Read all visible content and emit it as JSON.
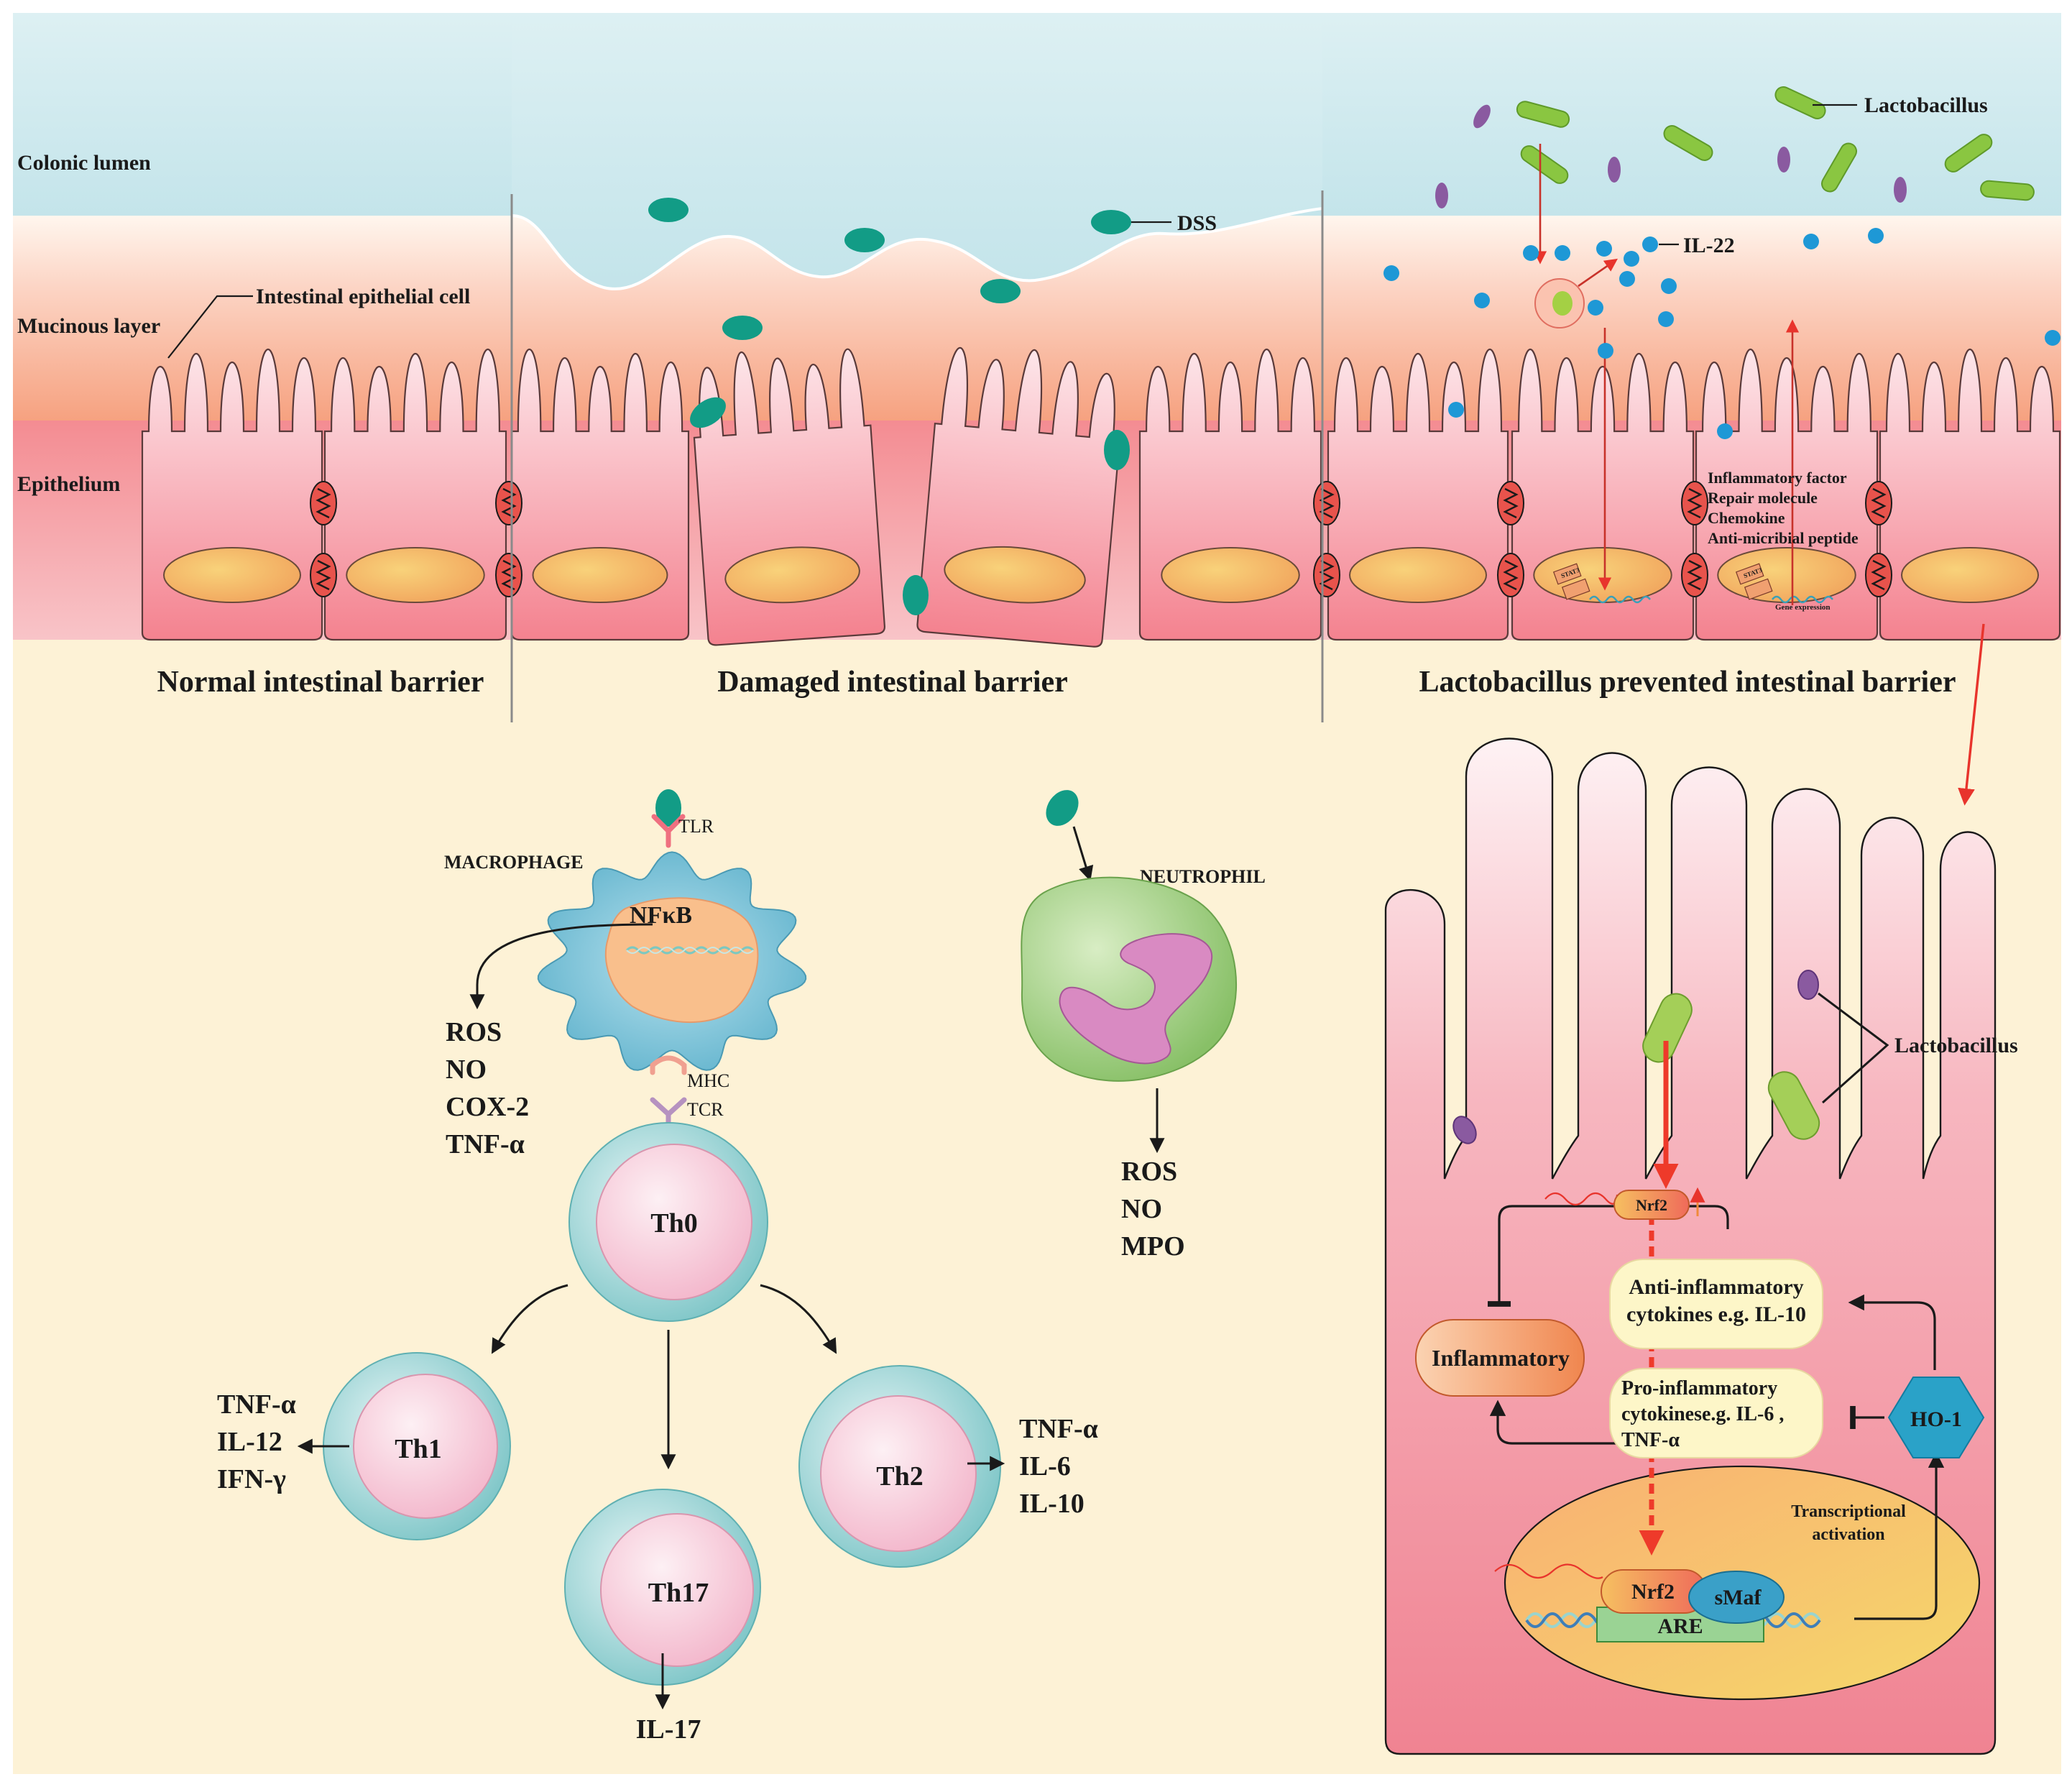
{
  "layers": {
    "lumen": "Colonic lumen",
    "mucus": "Mucinous layer",
    "epithelium": "Epithelium",
    "iec": "Intestinal epithelial cell"
  },
  "panels": {
    "normal": "Normal intestinal barrier",
    "damaged": "Damaged intestinal barrier",
    "prevented": "Lactobacillus prevented intestinal barrier"
  },
  "labels": {
    "dss": "DSS",
    "lactobacillus_top": "Lactobacillus",
    "il22": "IL-22",
    "lactobacillus_zoom": "Lactobacillus"
  },
  "gene_effects": [
    "Inflammatory factor",
    "Repair molecule",
    "Chemokine",
    "Anti-micribial peptide"
  ],
  "nucleus_mini": {
    "stat3": "STAT3",
    "gene_expression": "Gene expression"
  },
  "macrophage": {
    "title": "MACROPHAGE",
    "tlr": "TLR",
    "nfkb": "NFκB",
    "mhc": "MHC",
    "tcr": "TCR",
    "outputs": [
      "ROS",
      "NO",
      "COX-2",
      "TNF-α"
    ]
  },
  "neutrophil": {
    "title": "NEUTROPHIL",
    "outputs": [
      "ROS",
      "NO",
      "MPO"
    ]
  },
  "tcells": {
    "th0": "Th0",
    "th1": {
      "name": "Th1",
      "outputs": [
        "TNF-α",
        "IL-12",
        "IFN-γ"
      ]
    },
    "th2": {
      "name": "Th2",
      "outputs": [
        "TNF-α",
        "IL-6",
        "IL-10"
      ]
    },
    "th17": {
      "name": "Th17",
      "output": "IL-17"
    }
  },
  "pathway": {
    "nrf2_small": "Nrf2",
    "anti": [
      "Anti-inflammatory",
      "cytokines e.g. IL-10"
    ],
    "pro": [
      "Pro-inflammatory",
      "cytokinese.g. IL-6 ,",
      "TNF-α"
    ],
    "inflammatory": "Inflammatory",
    "ho1": "HO-1",
    "transcription": [
      "Transcriptional",
      "activation"
    ],
    "nrf2": "Nrf2",
    "smaf": "sMaf",
    "are": "ARE"
  },
  "colors": {
    "lumen": "#cfe9ee",
    "background": "#fdf2d6",
    "epithelium": "#f07a86",
    "nucleus": "#f4b768",
    "dss": "#129c86",
    "lactobacillus": "#8ac641",
    "lactobacillus_purple": "#8a5aa0",
    "il22": "#1e98d6",
    "arrow_red": "#e8342c",
    "macrophage": "#7cc4da",
    "neutrophil": "#9ccc7c",
    "tcell_ring": "#7cc6c6",
    "tcell_core": "#f7c9d9"
  }
}
